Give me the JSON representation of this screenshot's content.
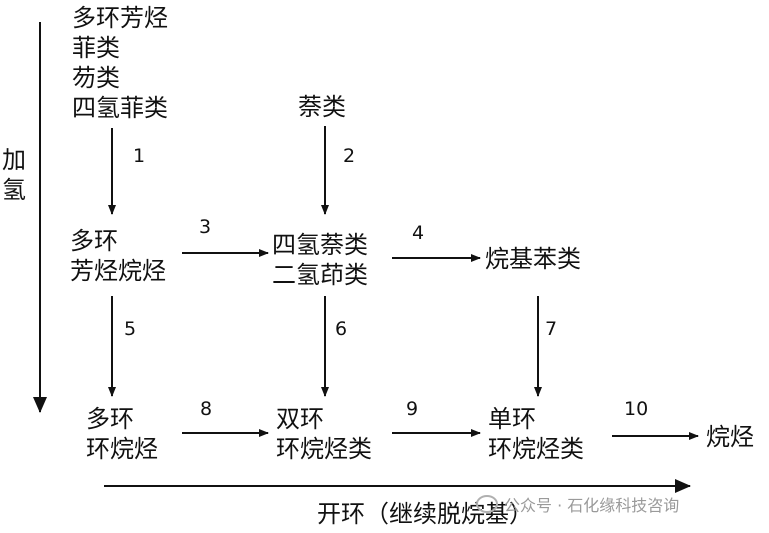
{
  "top_group": [
    "多环芳烃",
    "菲类",
    "芴类",
    "四氢菲类"
  ],
  "naphthalene": "萘类",
  "side_label": [
    "加",
    "氢"
  ],
  "poly_ring_aromatic_cyclo": [
    "多环",
    "芳烃烷烃"
  ],
  "tetrahydro_naphthalenes": [
    "四氢萘类",
    "二氢茚类"
  ],
  "alkylbenzenes": "烷基苯类",
  "poly_ring_cycloalkanes": [
    "多环",
    "环烷烃"
  ],
  "bicyclic_cycloalkanes": [
    "双环",
    "环烷烃类"
  ],
  "monocyclic_cycloalkanes": [
    "单环",
    "环烷烃类"
  ],
  "alkanes": "烷烃",
  "ring_opening": "开环（继续脱烷基）",
  "step_numbers": [
    "1",
    "2",
    "3",
    "4",
    "5",
    "6",
    "7",
    "8",
    "9",
    "10"
  ],
  "watermark": "公众号 · 石化缘科技咨询"
}
